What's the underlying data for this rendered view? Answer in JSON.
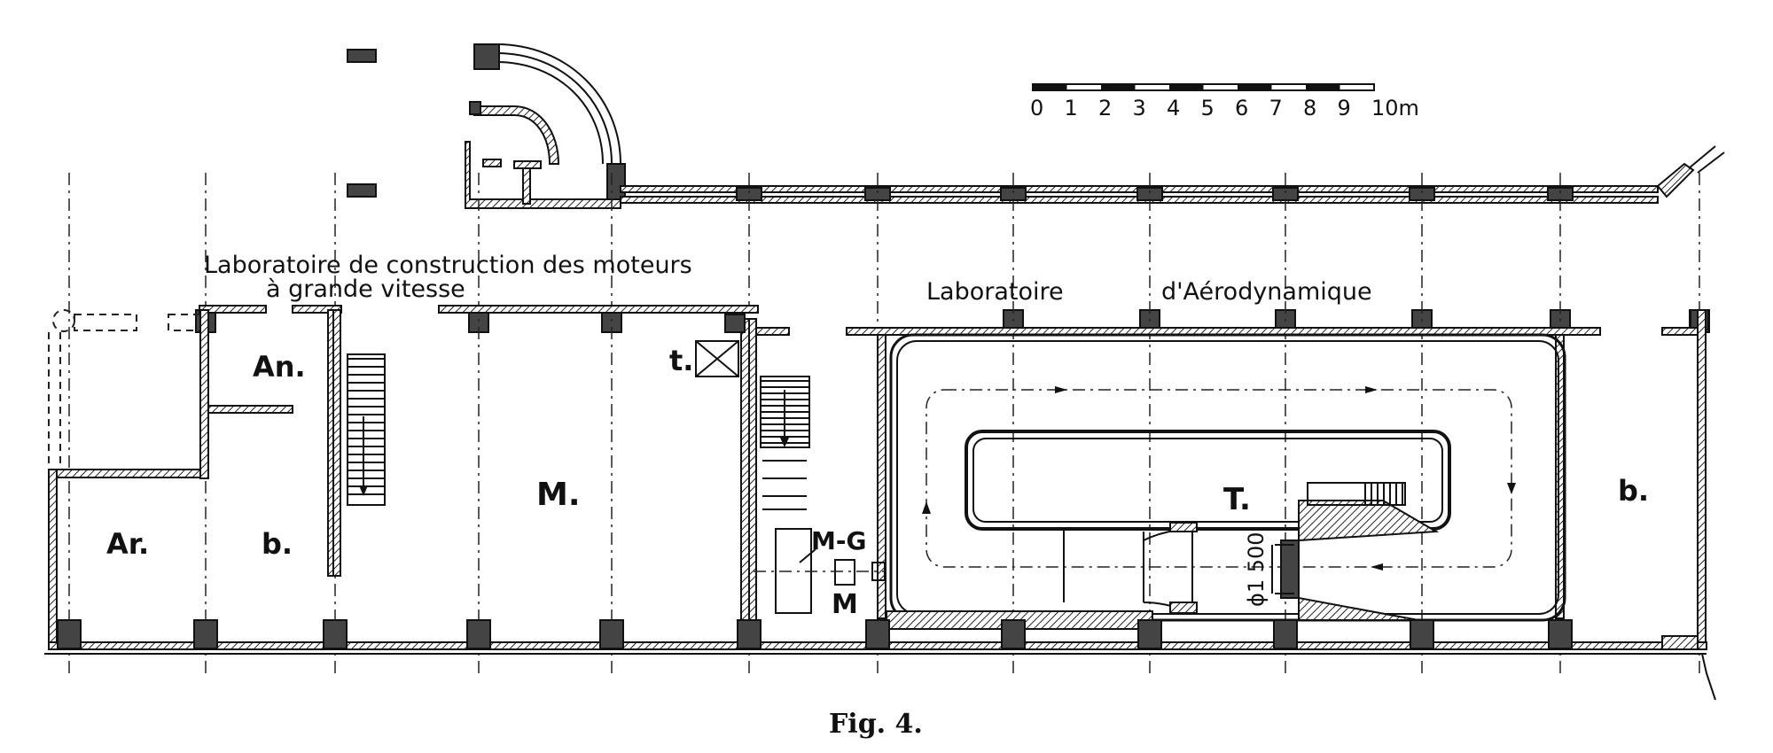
{
  "scale_bar": {
    "ticks": [
      "0",
      "1",
      "2",
      "3",
      "4",
      "5",
      "6",
      "7",
      "8",
      "9",
      "10m"
    ]
  },
  "labels": {
    "lab_moteurs_line1": "Laboratoire de construction des moteurs",
    "lab_moteurs_line2": "à grande vitesse",
    "lab_aero_part1": "Laboratoire",
    "lab_aero_part2": "d'Aérodynamique",
    "room_an": "An.",
    "room_ar": "Ar.",
    "room_b_left": "b.",
    "room_m": "M.",
    "room_t_small": "t.",
    "room_mg": "M-G",
    "room_m_small": "M",
    "tunnel_t": "T.",
    "diameter": "ϕ1 500",
    "room_b_right": "b."
  },
  "caption": "Fig. 4."
}
